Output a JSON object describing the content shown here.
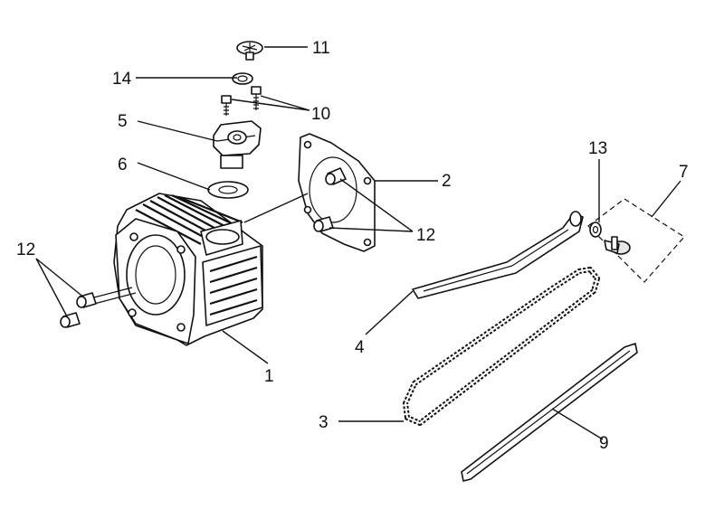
{
  "diagram": {
    "callouts": {
      "c1": "1",
      "c2": "2",
      "c3": "3",
      "c4": "4",
      "c5": "5",
      "c6": "6",
      "c7": "7",
      "c9": "9",
      "c10": "10",
      "c11": "11",
      "c12_left": "12",
      "c12_right": "12",
      "c13": "13",
      "c14": "14"
    }
  }
}
